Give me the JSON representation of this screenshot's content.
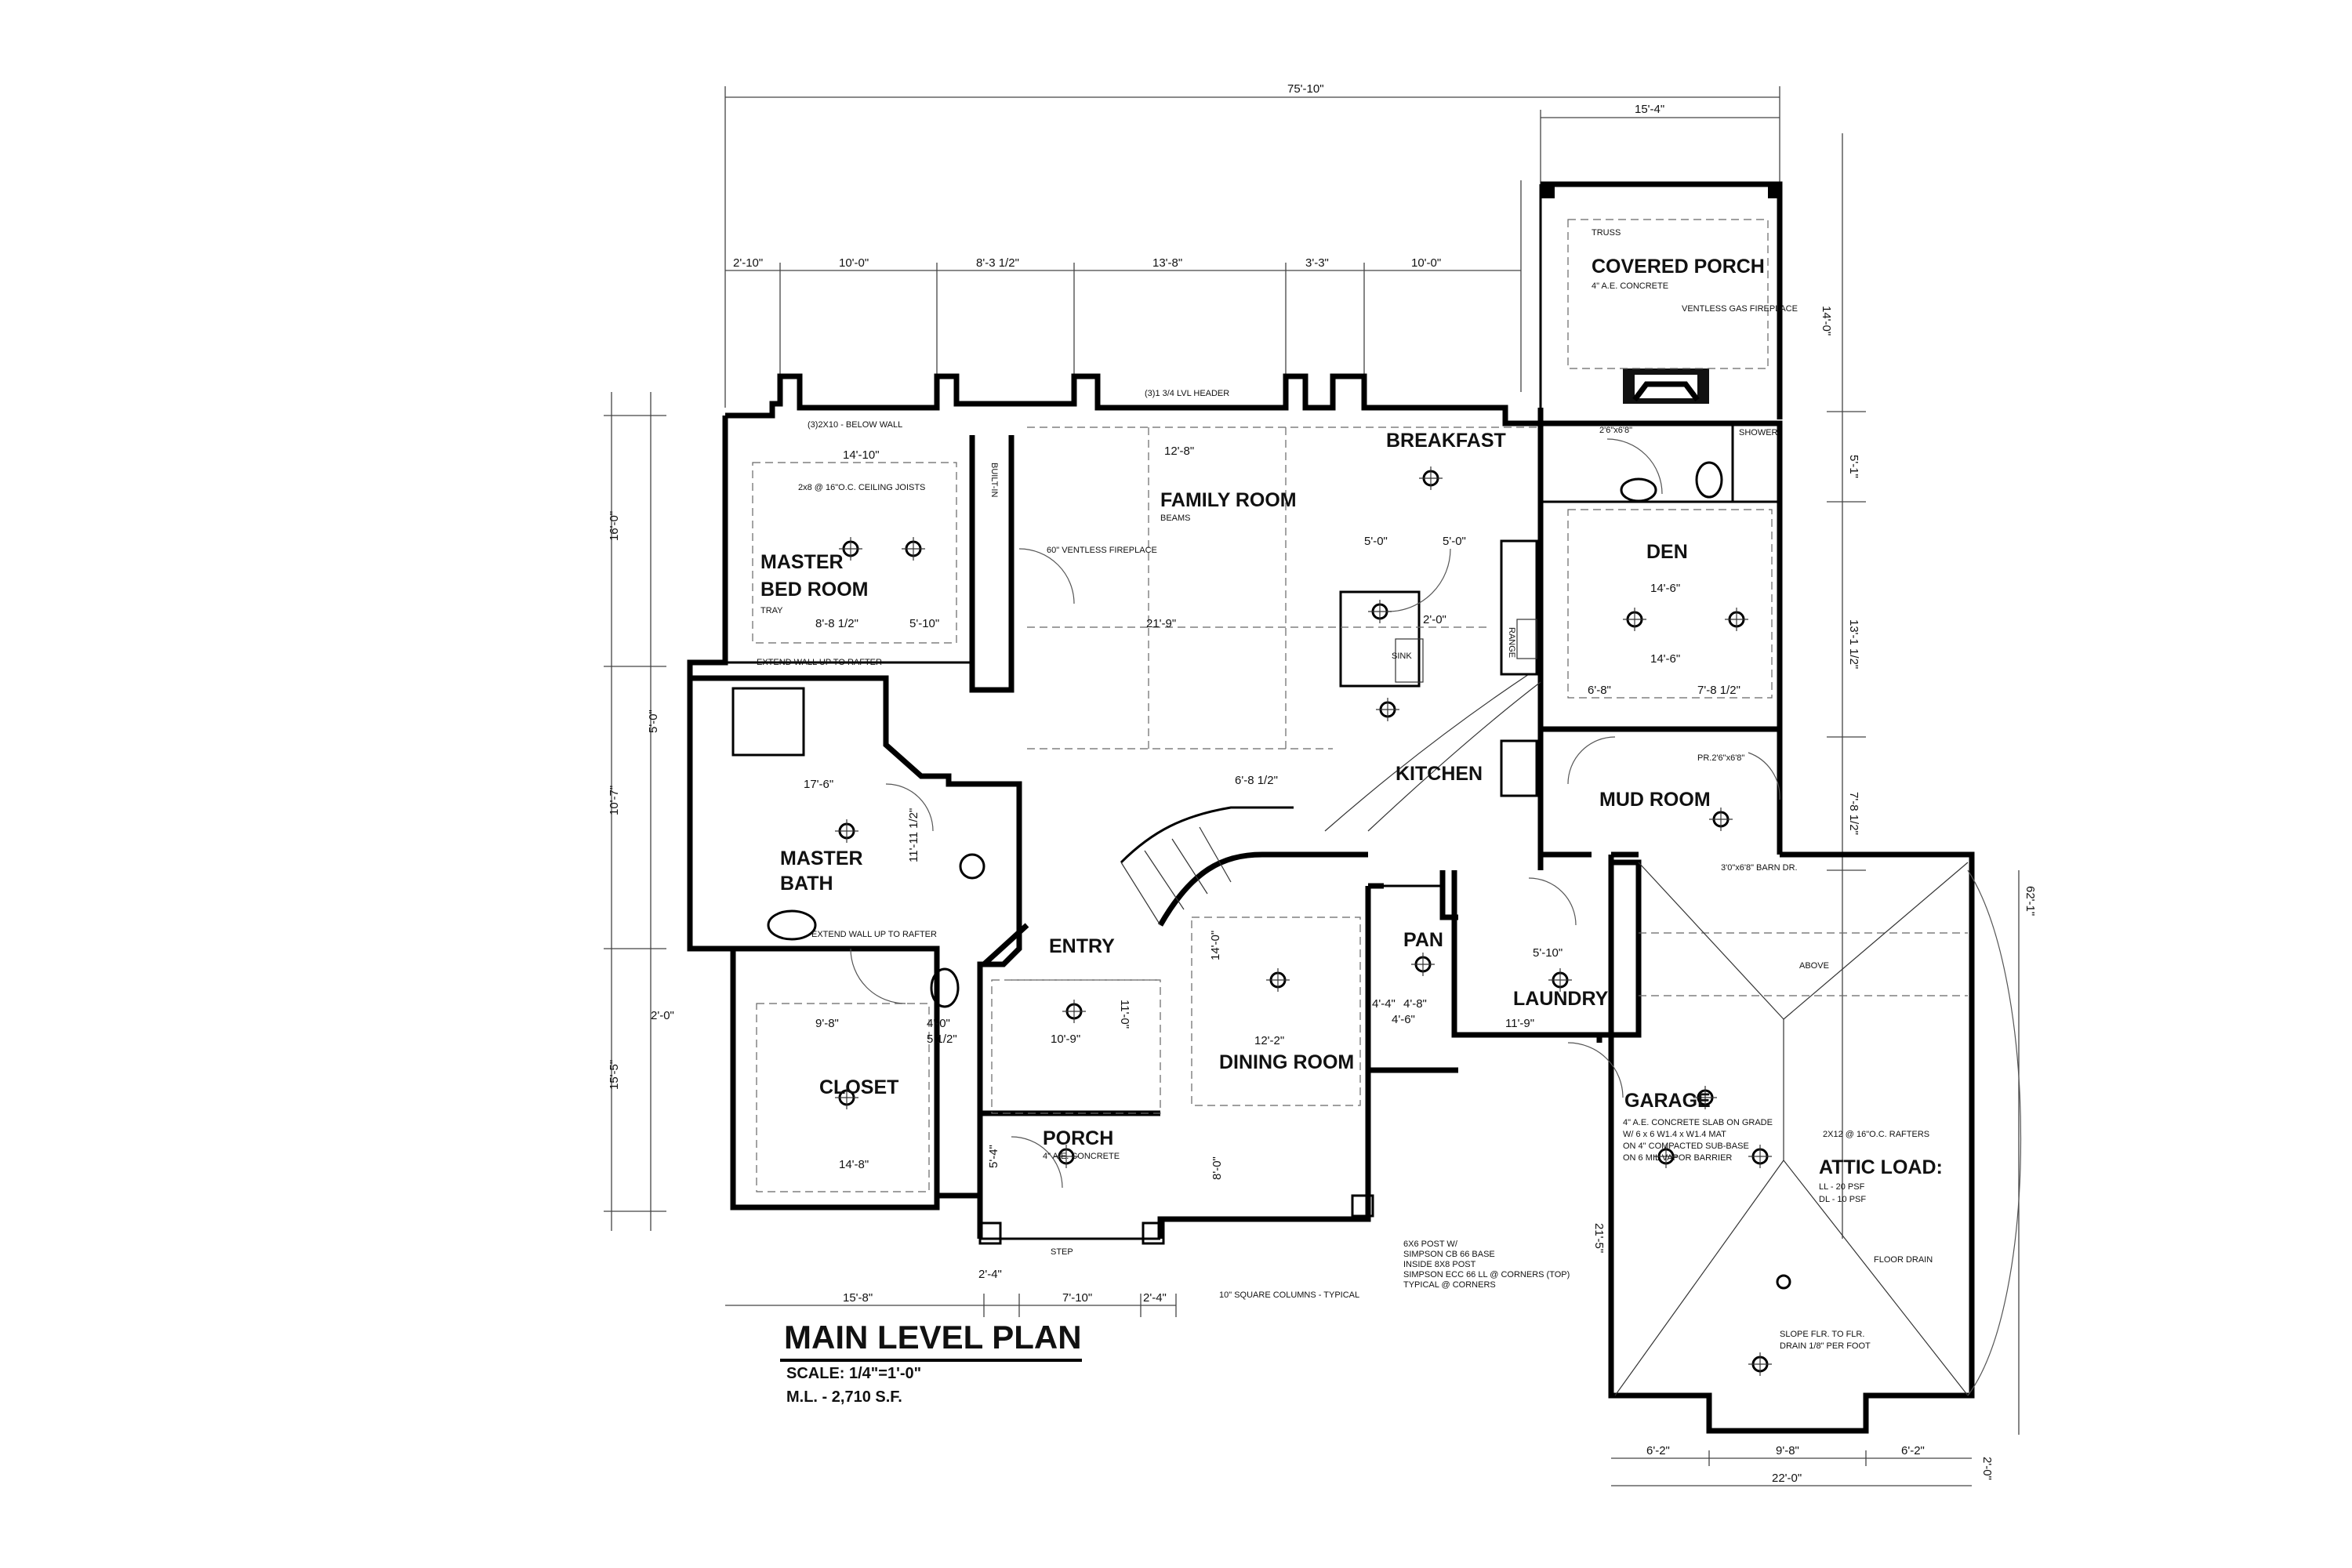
{
  "title_block": {
    "title": "MAIN LEVEL PLAN",
    "scale": "SCALE: 1/4\"=1'-0\"",
    "area": "M.L. - 2,710 S.F."
  },
  "rooms": {
    "covered_porch": "COVERED PORCH",
    "breakfast": "BREAKFAST",
    "family_room": "FAMILY ROOM",
    "master_bed_1": "MASTER",
    "master_bed_2": "BED ROOM",
    "den": "DEN",
    "kitchen": "KITCHEN",
    "mud_room": "MUD ROOM",
    "master_bath_1": "MASTER",
    "master_bath_2": "BATH",
    "entry": "ENTRY",
    "pan": "PAN",
    "laundry": "LAUNDRY",
    "closet": "CLOSET",
    "dining_room": "DINING ROOM",
    "porch": "PORCH",
    "garage": "GARAGE",
    "attic_load": "ATTIC LOAD:"
  },
  "dimensions": {
    "overall_width": "75'-10\"",
    "covered_porch_width": "15'-4\"",
    "top_1": "2'-10\"",
    "top_2": "10'-0\"",
    "top_3": "8'-3 1/2\"",
    "top_4": "13'-8\"",
    "top_5": "3'-3\"",
    "top_6": "10'-0\"",
    "cp_depth": "14'-0\"",
    "left_1": "16'-0\"",
    "left_2": "10'-7\"",
    "left_3": "15'-5\"",
    "left_4": "5'-0\"",
    "left_5": "2'-0\"",
    "right_1": "13'-1 1/2\"",
    "right_2": "7'-8 1/2\"",
    "right_3": "5'-1\"",
    "right_garage": "62'-1\"",
    "garage_depth": "21'-5\"",
    "garage_width": "22'-0\"",
    "garage_b1": "6'-2\"",
    "garage_b2": "9'-8\"",
    "garage_b3": "6'-2\"",
    "garage_b4": "2'-0\"",
    "bottom_1": "15'-8\"",
    "bottom_2": "7'-10\"",
    "bottom_3": "2'-4\"",
    "bottom_4": "2'-4\"",
    "fr_width": "12'-8\"",
    "fr_width2": "21'-9\"",
    "mb_width": "14'-10\"",
    "mb_width2": "8'-8 1/2\"",
    "mb_5_10": "5'-10\"",
    "den_w": "14'-6\"",
    "den_w2": "14'-6\"",
    "den_w3": "6'-8\"",
    "den_w4": "7'-8 1/2\"",
    "bath_w": "17'-6\"",
    "bath_11": "11'-11 1/2\"",
    "closet_w": "14'-8\"",
    "closet_w2": "9'-8\"",
    "entry_w": "10'-9\"",
    "entry_h": "11'-0\"",
    "dining_w": "12'-2\"",
    "dining_h": "14'-0\"",
    "laundry_w": "11'-9\"",
    "laundry_w2": "5'-10\"",
    "pan_1": "4'-4\"",
    "pan_2": "4'-8\"",
    "pan_3": "4'-6\"",
    "kit_1": "6'-8 1/2\"",
    "kit_2": "5'-0\"",
    "kit_3": "5'-0\"",
    "kit_4": "2'-0\"",
    "porch_d": "5'-4\"",
    "porch_d2": "8'-0\"",
    "closet_4": "4'-0\"",
    "closet_5": "5 1/2\""
  },
  "notes": {
    "ventless_gas": "VENTLESS GAS FIREPLACE",
    "ventless_fr": "60\" VENTLESS FIREPLACE",
    "extend_wall": "EXTEND WALL UP TO RAFTER",
    "extend_wall2": "EXTEND WALL UP TO RAFTER",
    "ceiling_joists": "2x8 @ 16\"O.C. CEILING JOISTS",
    "tray": "TRAY",
    "beams": "BEAMS",
    "cp_concrete": "4\" A.E. CONCRETE",
    "porch_concrete": "4\" A.E. CONCRETE",
    "truss": "TRUSS",
    "below_wall": "(3)2X10 - BELOW WALL",
    "header": "(3)1 3/4 LVL HEADER",
    "garage_slab_1": "4\" A.E. CONCRETE SLAB ON GRADE",
    "garage_slab_2": "W/ 6 x 6 W1.4 x W1.4 MAT",
    "garage_slab_3": "ON 4\" COMPACTED SUB-BASE",
    "garage_slab_4": "ON 6 MIL VAPOR BARRIER",
    "rafters": "2X12 @ 16\"O.C. RAFTERS",
    "ll": "LL - 20 PSF",
    "dl": "DL - 10 PSF",
    "floor_drain": "FLOOR DRAIN",
    "slope_1": "SLOPE FLR. TO FLR.",
    "slope_2": "DRAIN 1/8\" PER FOOT",
    "columns": "10\" SQUARE COLUMNS - TYPICAL",
    "post_note_1": "6X6 POST W/",
    "post_note_2": "SIMPSON CB 66 BASE",
    "post_note_3": "INSIDE 8X8 POST",
    "post_note_4": "SIMPSON ECC 66 LL @ CORNERS (TOP)",
    "post_note_5": "TYPICAL @ CORNERS",
    "shower": "SHOWER",
    "barn_dr": "3'0\"x6'8\" BARN DR.",
    "step": "STEP",
    "above": "ABOVE",
    "built_in": "BUILT-IN",
    "sink": "SINK",
    "range": "RANGE",
    "den_door": "2'6\"x6'8\"",
    "pr_door": "PR.2'6\"x6'8\""
  }
}
